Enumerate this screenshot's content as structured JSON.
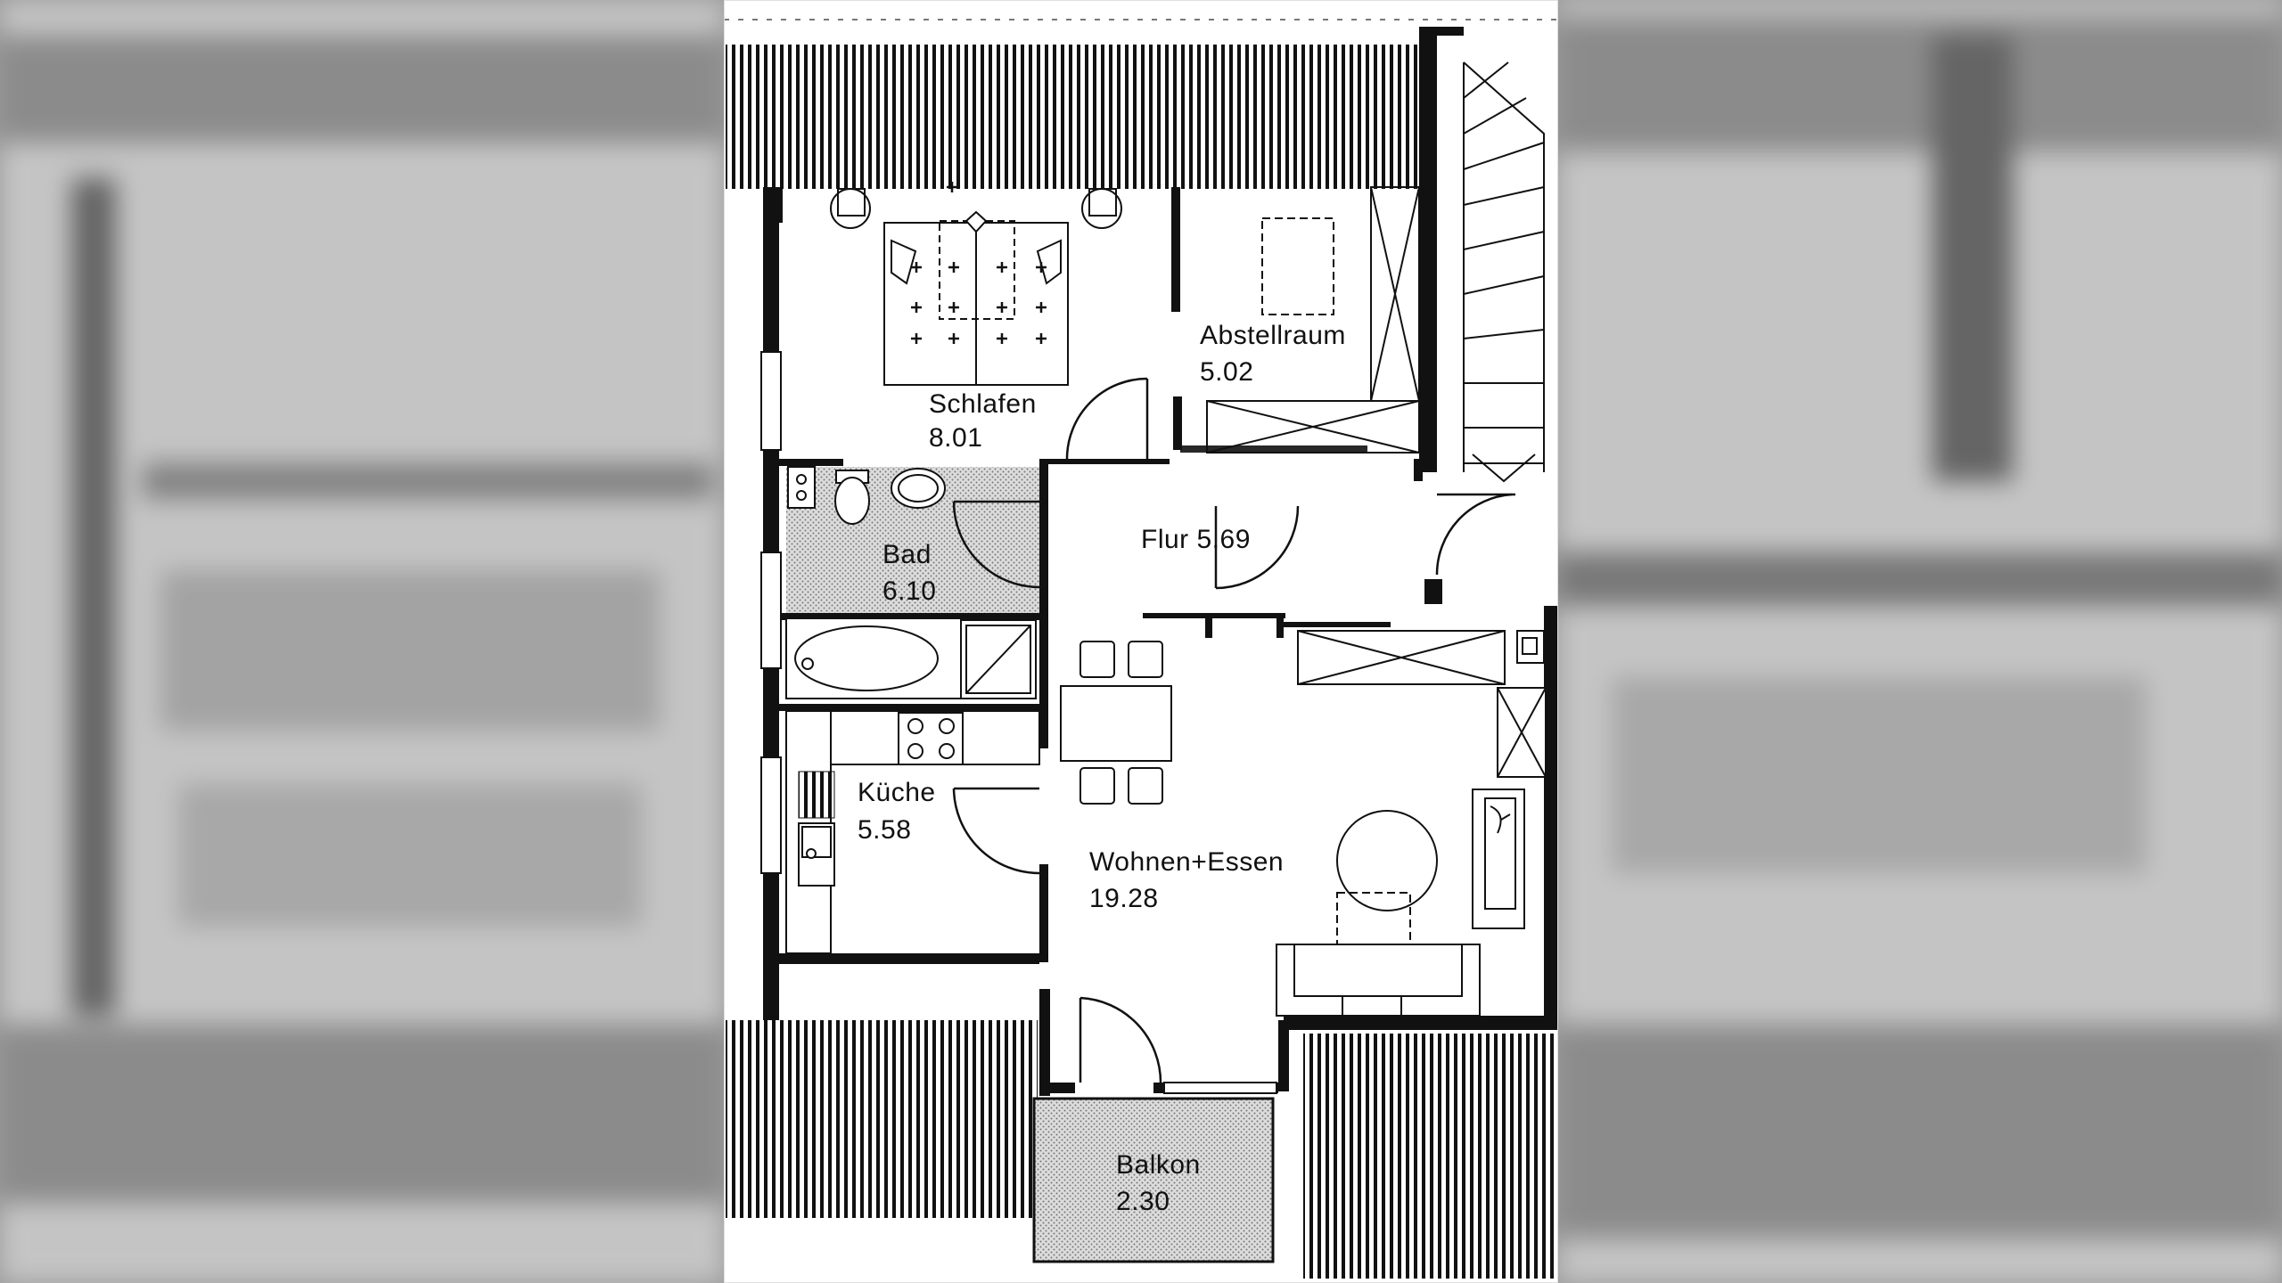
{
  "plan": {
    "rooms": [
      {
        "name": "Schlafen",
        "area": "8.01"
      },
      {
        "name": "Abstellraum",
        "area": "5.02"
      },
      {
        "name": "Bad",
        "area": "6.10"
      },
      {
        "name": "Flur 5.69",
        "area": ""
      },
      {
        "name": "Küche",
        "area": "5.58"
      },
      {
        "name": "Wohnen+Essen",
        "area": "19.28"
      },
      {
        "name": "Balkon",
        "area": "2.30"
      }
    ]
  }
}
